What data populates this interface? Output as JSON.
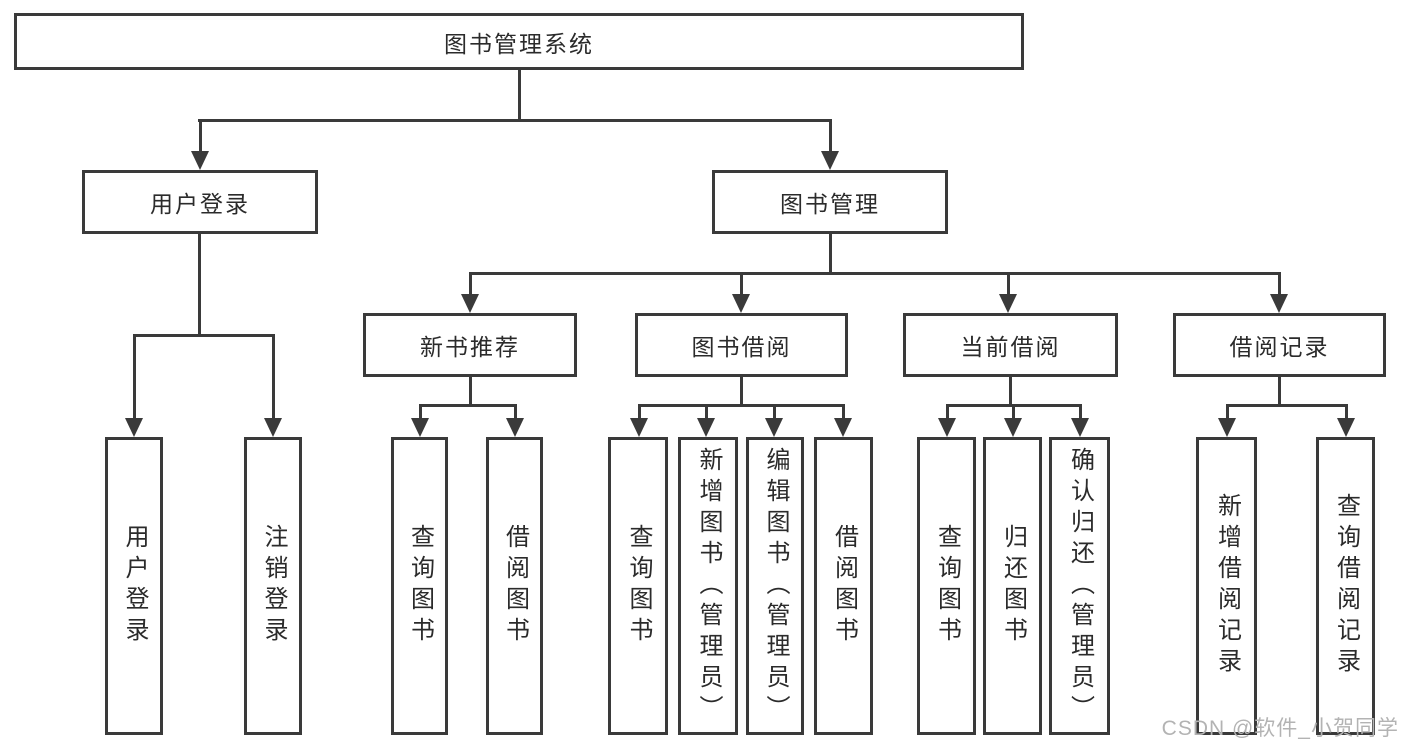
{
  "tree": {
    "label": "图书管理系统",
    "children": [
      {
        "label": "用户登录",
        "children": [
          {
            "label": "用户登录"
          },
          {
            "label": "注销登录"
          }
        ]
      },
      {
        "label": "图书管理",
        "children": [
          {
            "label": "新书推荐",
            "children": [
              {
                "label": "查询图书"
              },
              {
                "label": "借阅图书"
              }
            ]
          },
          {
            "label": "图书借阅",
            "children": [
              {
                "label": "查询图书"
              },
              {
                "label": "新增图书（管理员）"
              },
              {
                "label": "编辑图书（管理员）"
              },
              {
                "label": "借阅图书"
              }
            ]
          },
          {
            "label": "当前借阅",
            "children": [
              {
                "label": "查询图书"
              },
              {
                "label": "归还图书"
              },
              {
                "label": "确认归还（管理员）"
              }
            ]
          },
          {
            "label": "借阅记录",
            "children": [
              {
                "label": "新增借阅记录"
              },
              {
                "label": "查询借阅记录"
              }
            ]
          }
        ]
      }
    ]
  },
  "watermark": {
    "text": "CSDN @软件_小贺同学"
  },
  "colors": {
    "line": "#3a3a3a",
    "text": "#2b2b2b",
    "watermark": "#b3b3b3",
    "background": "#ffffff"
  }
}
